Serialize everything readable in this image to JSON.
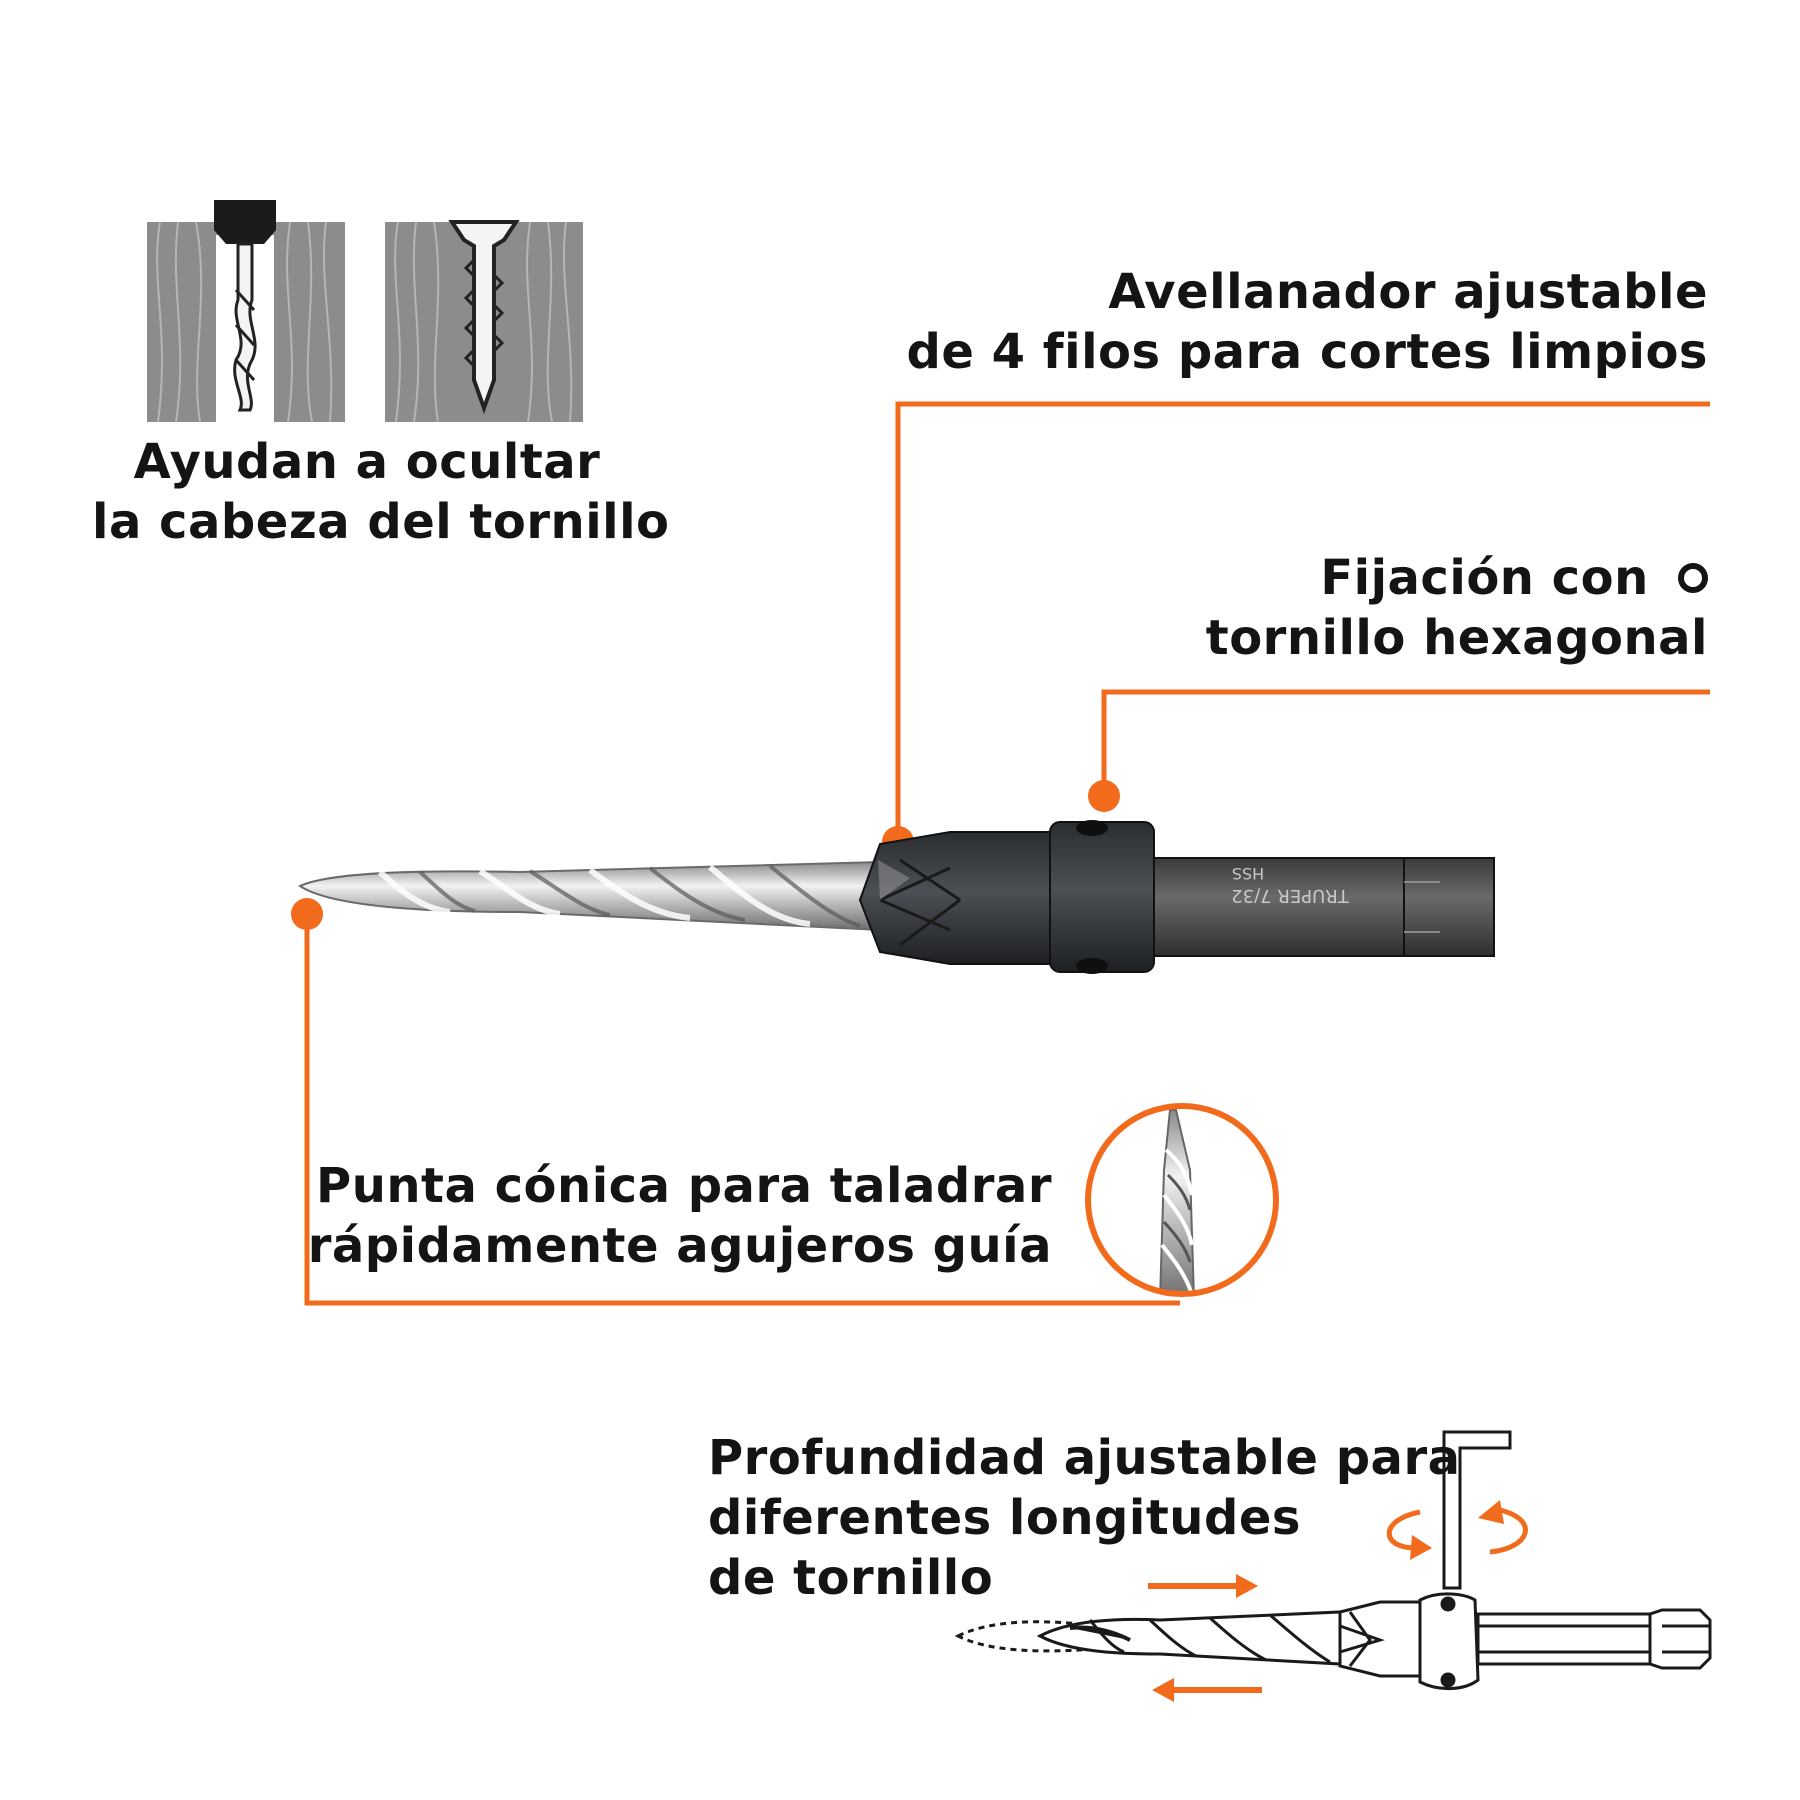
{
  "accent_color": "#f26a1b",
  "callouts": {
    "avellanador": {
      "line1": "Avellanador ajustable",
      "line2": "de 4 filos para cortes limpios"
    },
    "fijacion": {
      "line1": "Fijación con",
      "line2": "tornillo hexagonal",
      "icon": "hex-circle-icon"
    },
    "punta": {
      "line1": "Punta cónica para taladrar",
      "line2": "rápidamente agujeros guía"
    },
    "ocultar": {
      "line1": "Ayudan a ocultar",
      "line2": "la cabeza del tornillo"
    },
    "profundidad": {
      "line1": "Profundidad ajustable para",
      "line2": "diferentes longitudes",
      "line3": "de tornillo"
    }
  },
  "product": {
    "shank_marking_1": "TRUPER 7/32",
    "shank_marking_2": "HSS"
  }
}
